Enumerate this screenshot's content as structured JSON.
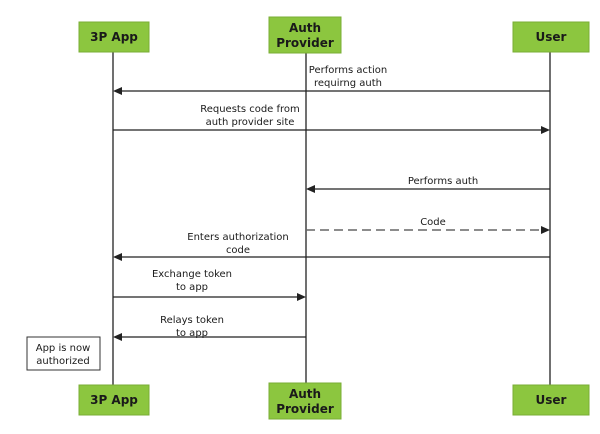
{
  "actors": [
    {
      "id": "app",
      "label_lines": [
        "3P App"
      ]
    },
    {
      "id": "auth",
      "label_lines": [
        "Auth",
        "Provider"
      ]
    },
    {
      "id": "user",
      "label_lines": [
        "User"
      ]
    }
  ],
  "messages": [
    {
      "from": "user",
      "to": "app",
      "label_lines": [
        "Performs action",
        "requirng auth"
      ],
      "style": "solid"
    },
    {
      "from": "app",
      "to": "user",
      "label_lines": [
        "Requests code from",
        "auth provider site"
      ],
      "style": "solid"
    },
    {
      "from": "user",
      "to": "auth",
      "label_lines": [
        "Performs auth"
      ],
      "style": "solid"
    },
    {
      "from": "auth",
      "to": "user",
      "label_lines": [
        "Code"
      ],
      "style": "dashed"
    },
    {
      "from": "user",
      "to": "app",
      "label_lines": [
        "Enters authorization",
        "code"
      ],
      "style": "solid"
    },
    {
      "from": "app",
      "to": "auth",
      "label_lines": [
        "Exchange token",
        "to app"
      ],
      "style": "solid"
    },
    {
      "from": "auth",
      "to": "app",
      "label_lines": [
        "Relays token",
        "to app"
      ],
      "style": "solid"
    }
  ],
  "note": {
    "text_lines": [
      "App is now",
      "authorized"
    ]
  },
  "colors": {
    "actor_fill": "#8cc63f",
    "line": "#222222",
    "dashed": "#666666"
  }
}
